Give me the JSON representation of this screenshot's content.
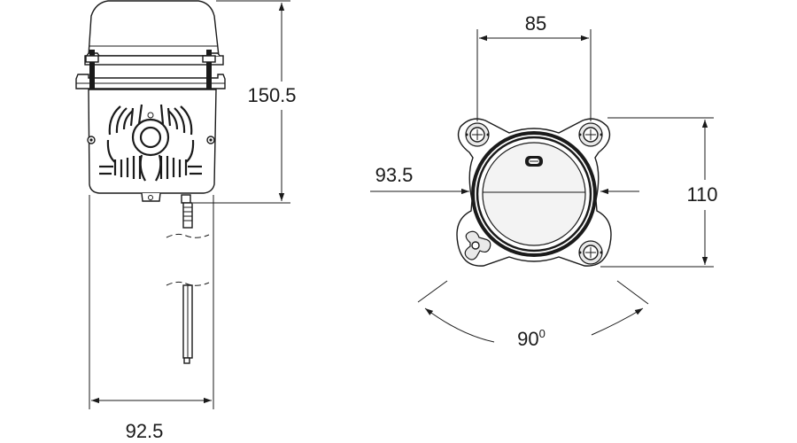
{
  "dimensions": {
    "height": "150.5",
    "width": "92.5",
    "bolt_spacing": "85",
    "lens_diameter": "93.5",
    "flange_height": "110",
    "rotation_value": "90",
    "rotation_unit": "0"
  },
  "colors": {
    "line": "#1a1a1a",
    "background": "#ffffff"
  }
}
